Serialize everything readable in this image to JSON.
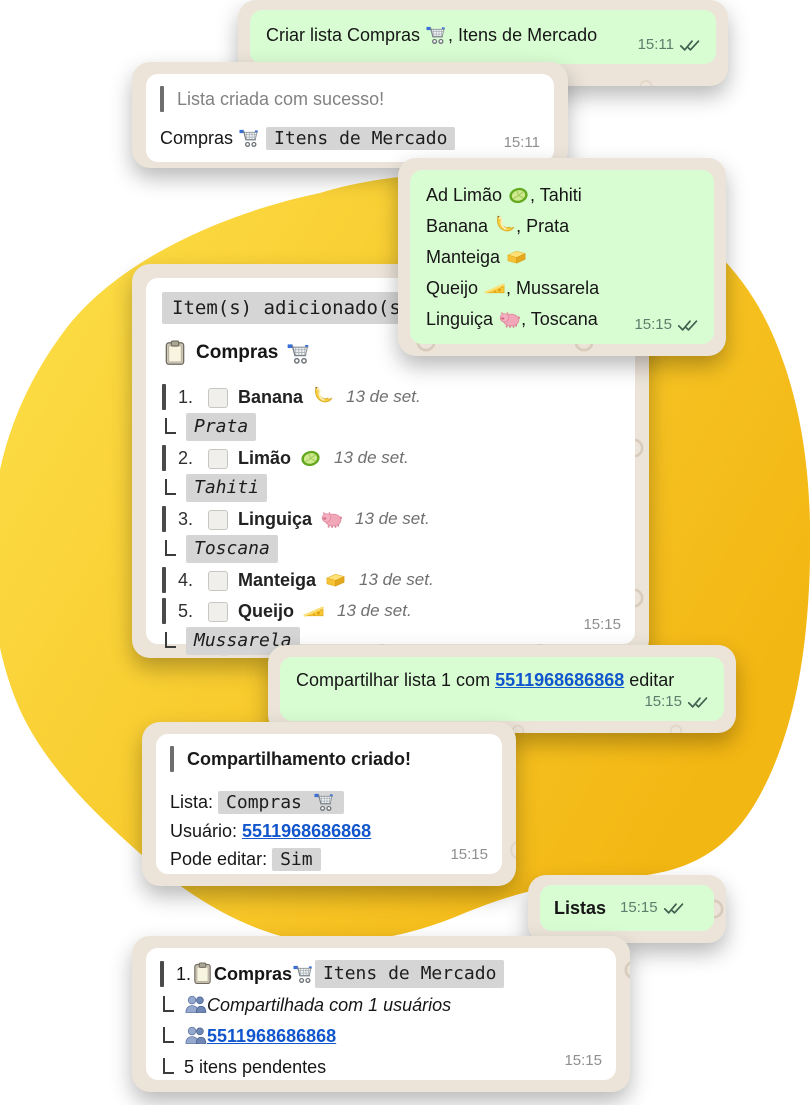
{
  "colors": {
    "bubble_green": "#d9fdd3",
    "bubble_white": "#ffffff",
    "card_backing": "#ece4d9",
    "blob_light": "#fddf45",
    "blob_dark": "#f5bb13",
    "link": "#1156cd",
    "chip_bg": "#d5d5d5",
    "tick": "#42604f",
    "time_in": "#8f8f8f",
    "time_out": "#5f7d6b"
  },
  "messages": {
    "m1": {
      "time": "15:11",
      "segments": [
        {
          "v": "Criar lista Compras "
        },
        {
          "icon": "cart"
        },
        {
          "v": ", Itens de Mercado"
        }
      ]
    },
    "m2": {
      "quote": "Lista criada com sucesso!",
      "time": "15:11",
      "segments": [
        {
          "v": "Compras "
        },
        {
          "icon": "cart"
        },
        {
          "v": "  "
        },
        {
          "chip": [
            {
              "v": "Itens de Mercado"
            }
          ]
        }
      ]
    },
    "m3": {
      "time": "15:15",
      "lines": [
        [
          {
            "v": "Ad Limão "
          },
          {
            "icon": "lime"
          },
          {
            "v": ", Tahiti"
          }
        ],
        [
          {
            "v": "Banana "
          },
          {
            "icon": "banana"
          },
          {
            "v": ", Prata"
          }
        ],
        [
          {
            "v": "Manteiga "
          },
          {
            "icon": "butter"
          }
        ],
        [
          {
            "v": "Queijo "
          },
          {
            "icon": "cheese"
          },
          {
            "v": ", Mussarela"
          }
        ],
        [
          {
            "v": "Linguiça "
          },
          {
            "icon": "pig"
          },
          {
            "v": ", Toscana"
          }
        ]
      ]
    },
    "m4": {
      "header": "Item(s) adicionado(s)",
      "time": "15:15",
      "title": [
        {
          "icon": "clipboard"
        },
        {
          "v": "Compras",
          "s": "bold"
        },
        {
          "icon": "cart"
        }
      ],
      "items": [
        {
          "n": "1.",
          "name": "Banana",
          "icon": "banana",
          "date": "13 de set.",
          "sub": "Prata"
        },
        {
          "n": "2.",
          "name": "Limão",
          "icon": "lime",
          "date": "13 de set.",
          "sub": "Tahiti"
        },
        {
          "n": "3.",
          "name": "Linguiça",
          "icon": "pig",
          "date": "13 de set.",
          "sub": "Toscana"
        },
        {
          "n": "4.",
          "name": "Manteiga",
          "icon": "butter",
          "date": "13 de set.",
          "sub": null
        },
        {
          "n": "5.",
          "name": "Queijo",
          "icon": "cheese",
          "date": "13 de set.",
          "sub": "Mussarela"
        }
      ]
    },
    "m5": {
      "time": "15:15",
      "segments": [
        {
          "v": "Compartilhar lista 1 com "
        },
        {
          "v": "5511968686868",
          "s": "link"
        },
        {
          "v": " editar"
        }
      ]
    },
    "m6": {
      "quote": "Compartilhamento criado!",
      "time": "15:15",
      "rows": [
        [
          {
            "v": "Lista: "
          },
          {
            "chip": [
              {
                "v": "Compras "
              },
              {
                "icon": "cart"
              }
            ]
          }
        ],
        [
          {
            "v": "Usuário: "
          },
          {
            "v": "5511968686868",
            "s": "link"
          }
        ],
        [
          {
            "v": "Pode editar: "
          },
          {
            "chip": [
              {
                "v": "Sim"
              }
            ]
          }
        ]
      ]
    },
    "m7": {
      "label": "Listas",
      "time": "15:15"
    },
    "m8": {
      "time": "15:15",
      "rows": [
        {
          "bar": true,
          "segs": [
            {
              "v": "1. "
            },
            {
              "icon": "clipboard"
            },
            {
              "v": " "
            },
            {
              "v": "Compras",
              "s": "bold"
            },
            {
              "v": " "
            },
            {
              "icon": "cart"
            },
            {
              "v": " "
            },
            {
              "chip": [
                {
                  "v": "Itens de Mercado"
                }
              ]
            }
          ]
        },
        {
          "corner": true,
          "segs": [
            {
              "icon": "people"
            },
            {
              "v": " "
            },
            {
              "v": "Compartilhada com 1 usuários",
              "s": "i"
            }
          ]
        },
        {
          "corner": true,
          "segs": [
            {
              "icon": "people"
            },
            {
              "v": " "
            },
            {
              "v": "5511968686868",
              "s": "link"
            }
          ]
        },
        {
          "corner": true,
          "segs": [
            {
              "v": "5 itens pendentes"
            }
          ]
        }
      ]
    }
  }
}
